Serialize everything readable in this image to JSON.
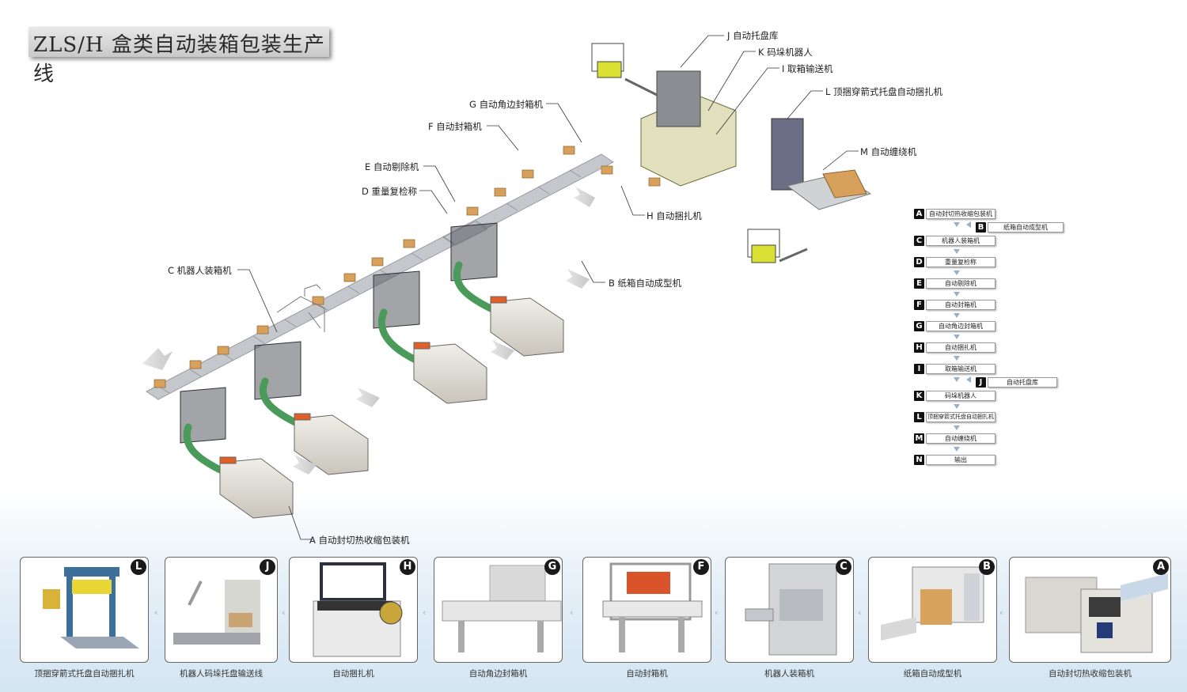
{
  "title": "ZLS/H 盒类自动装箱包装生产线",
  "callouts": {
    "j": "J 自动托盘库",
    "k": "K 码垛机器人",
    "i": "I 取箱输送机",
    "l": "L  顶捆穿箭式托盘自动捆扎机",
    "g": "G 自动角边封箱机",
    "f": "F 自动封箱机",
    "e": "E 自动剔除机",
    "d": "D 重量复检称",
    "m": "M 自动缠绕机",
    "h": "H 自动捆扎机",
    "c": "C 机器人装箱机",
    "b": "B 纸箱自动成型机",
    "a": "A 自动封切热收缩包装机"
  },
  "flow": [
    {
      "letter": "A",
      "label": "自动封切热收缩包装机"
    },
    {
      "letter": "B",
      "label": "纸箱自动成型机"
    },
    {
      "letter": "C",
      "label": "机器人装箱机"
    },
    {
      "letter": "D",
      "label": "重量复检称"
    },
    {
      "letter": "E",
      "label": "自动剔除机"
    },
    {
      "letter": "F",
      "label": "自动封箱机"
    },
    {
      "letter": "G",
      "label": "自动角边封箱机"
    },
    {
      "letter": "H",
      "label": "自动捆扎机"
    },
    {
      "letter": "I",
      "label": "取箱输送机"
    },
    {
      "letter": "J",
      "label": "自动托盘库"
    },
    {
      "letter": "K",
      "label": "码垛机器人"
    },
    {
      "letter": "L",
      "label": "顶捆穿箭式托盘自动捆扎机"
    },
    {
      "letter": "M",
      "label": "自动缠绕机"
    },
    {
      "letter": "N",
      "label": "输出"
    }
  ],
  "cards": [
    {
      "badge": "L",
      "caption": "顶捆穿箭式托盘自动捆扎机"
    },
    {
      "badge": "J",
      "caption": "机器人码垛托盘输送线"
    },
    {
      "badge": "H",
      "caption": "自动捆扎机"
    },
    {
      "badge": "G",
      "caption": "自动角边封箱机"
    },
    {
      "badge": "F",
      "caption": "自动封箱机"
    },
    {
      "badge": "C",
      "caption": "机器人装箱机"
    },
    {
      "badge": "B",
      "caption": "纸箱自动成型机"
    },
    {
      "badge": "A",
      "caption": "自动封切热收缩包装机"
    }
  ],
  "colors": {
    "conveyor": "#b9bcc0",
    "box": "#d8a15b",
    "shrink_orange": "#e0602a",
    "green_belt": "#4a9a5a",
    "frame": "#3a3d42"
  }
}
